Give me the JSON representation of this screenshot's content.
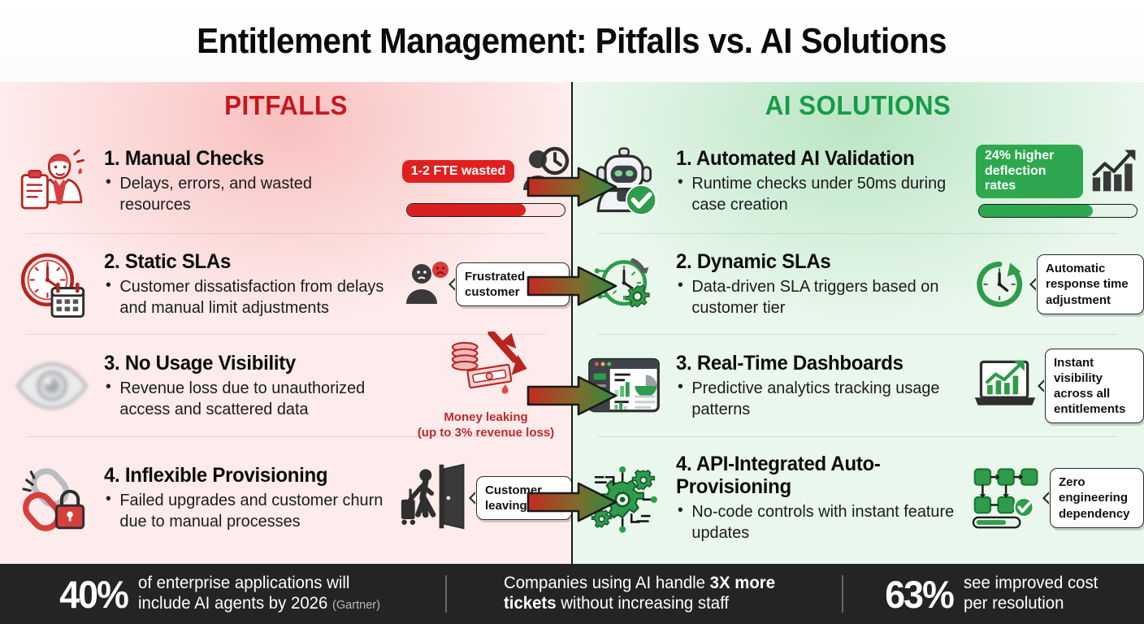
{
  "title": "Entitlement Management: Pitfalls vs. AI Solutions",
  "columns": {
    "left": {
      "heading": "PITFALLS",
      "accent": "#c8161d"
    },
    "right": {
      "heading": "AI SOLUTIONS",
      "accent": "#169c46"
    }
  },
  "pitfalls": [
    {
      "icon": "stressed-worker-clipboard-icon",
      "heading": "1. Manual Checks",
      "bullet": "Delays, errors, and wasted resources",
      "badge": "1-2 FTE wasted",
      "badge_color": "#e0201f",
      "progress_percent": 75,
      "viz_icon": "person-clock-icon"
    },
    {
      "icon": "clock-calendar-icon",
      "heading": "2. Static SLAs",
      "bullet": "Customer dissatisfaction from delays and manual limit adjustments",
      "bubble": "Frustrated customer",
      "viz_icon": "sad-customer-icon"
    },
    {
      "icon": "eye-blurred-icon",
      "heading": "3. No Usage Visibility",
      "bullet": "Revenue loss due to unauthorized access and scattered data",
      "caption_line1": "Money leaking",
      "caption_line2": "(up to 3% revenue loss)",
      "caption_color": "#c0282b",
      "viz_icon": "money-leaking-down-arrow-icon"
    },
    {
      "icon": "broken-chain-lock-icon",
      "heading": "4. Inflexible Provisioning",
      "bullet": "Failed upgrades and customer churn due to manual processes",
      "bubble": "Customer leaving",
      "viz_icon": "person-exiting-door-icon"
    }
  ],
  "solutions": [
    {
      "icon": "ai-robot-check-icon",
      "heading": "1. Automated AI Validation",
      "bullet": "Runtime checks under 50ms during case creation",
      "badge": "24% higher deflection rates",
      "badge_color": "#2ea84f",
      "progress_percent": 72,
      "viz_icon": "growth-bar-chart-icon"
    },
    {
      "icon": "smart-clock-gear-icon",
      "heading": "2. Dynamic SLAs",
      "bullet": "Data-driven SLA triggers based on customer tier",
      "bubble": "Automatic response time adjustment",
      "viz_icon": "clock-refresh-icon"
    },
    {
      "icon": "dashboard-window-icon",
      "heading": "3. Real-Time Dashboards",
      "bullet": "Predictive analytics tracking usage patterns",
      "bubble": "Instant visibility across all entitlements",
      "viz_icon": "laptop-growth-chart-icon"
    },
    {
      "icon": "api-gears-network-icon",
      "heading": "4. API-Integrated Auto-Provisioning",
      "bullet": "No-code controls with instant feature updates",
      "bubble": "Zero engineering dependency",
      "viz_icon": "workflow-nodes-check-icon"
    }
  ],
  "connectors": {
    "count": 4,
    "from_color": "#c52a1f",
    "to_color": "#2e8c3f",
    "icon": "right-arrow-icon"
  },
  "footer": {
    "items": [
      {
        "stat": "40%",
        "text_html": "of enterprise applications will<br>include AI agents by 2026 <span class=\"src\">(Gartner)</span>"
      },
      {
        "stat": "",
        "text_html": "Companies using AI handle <b>3X more</b><br><b>tickets</b> without increasing staff"
      },
      {
        "stat": "63%",
        "text_html": "see improved cost<br>per resolution"
      }
    ],
    "background": "#242424"
  }
}
